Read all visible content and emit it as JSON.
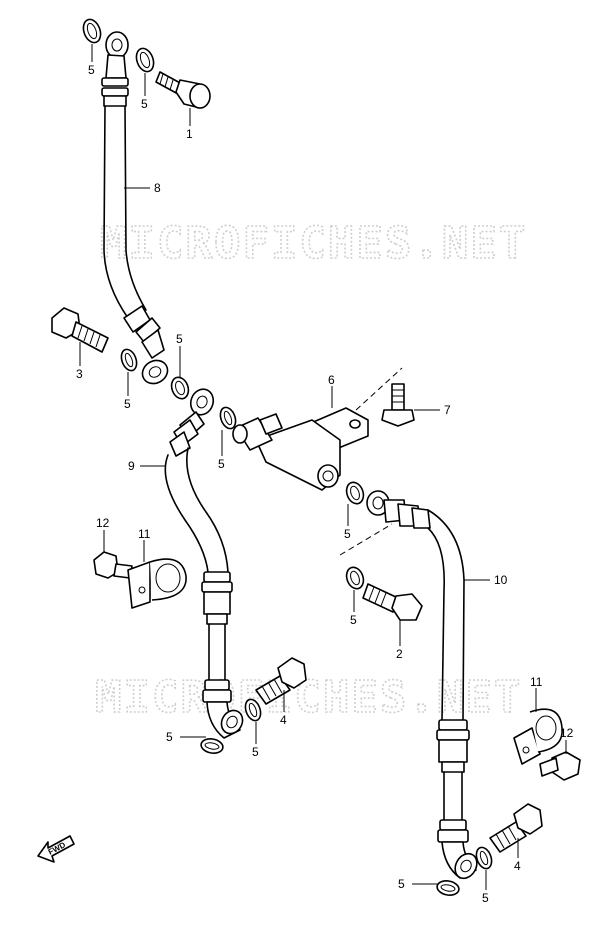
{
  "watermarks": [
    "MICROFICHES.NET",
    "MICROFICHES.NET"
  ],
  "fwd_label": "FWD",
  "callouts": [
    {
      "id": "c5a",
      "text": "5"
    },
    {
      "id": "c5b",
      "text": "5"
    },
    {
      "id": "c1",
      "text": "1"
    },
    {
      "id": "c8",
      "text": "8"
    },
    {
      "id": "c3",
      "text": "3"
    },
    {
      "id": "c5c",
      "text": "5"
    },
    {
      "id": "c5d",
      "text": "5"
    },
    {
      "id": "c6",
      "text": "6"
    },
    {
      "id": "c7",
      "text": "7"
    },
    {
      "id": "c9",
      "text": "9"
    },
    {
      "id": "c5e",
      "text": "5"
    },
    {
      "id": "c5f",
      "text": "5"
    },
    {
      "id": "c10",
      "text": "10"
    },
    {
      "id": "c12a",
      "text": "12"
    },
    {
      "id": "c11a",
      "text": "11"
    },
    {
      "id": "c5g",
      "text": "5"
    },
    {
      "id": "c2",
      "text": "2"
    },
    {
      "id": "c4a",
      "text": "4"
    },
    {
      "id": "c11b",
      "text": "11"
    },
    {
      "id": "c5h",
      "text": "5"
    },
    {
      "id": "c5i",
      "text": "5"
    },
    {
      "id": "c12b",
      "text": "12"
    },
    {
      "id": "c4b",
      "text": "4"
    },
    {
      "id": "c5j",
      "text": "5"
    },
    {
      "id": "c5k",
      "text": "5"
    }
  ]
}
